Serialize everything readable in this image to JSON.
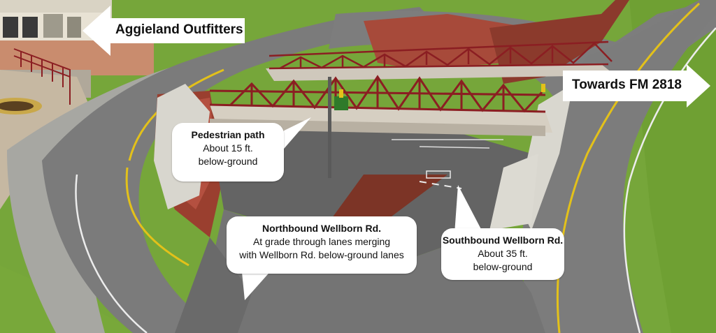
{
  "labels": {
    "left_direction": "Aggieland Outfitters",
    "right_direction": "Towards FM 2818"
  },
  "callouts": {
    "pedestrian": {
      "title": "Pedestrian path",
      "line1": "About 15 ft.",
      "line2": "below-ground"
    },
    "northbound": {
      "title": "Northbound Wellborn Rd.",
      "line1": "At grade through lanes merging",
      "line2": "with Wellborn Rd. below-ground lanes"
    },
    "southbound": {
      "title": "Southbound Wellborn Rd.",
      "line1": "About 35 ft.",
      "line2": "below-ground"
    }
  },
  "colors": {
    "grass": "#7aa83c",
    "asphalt": "#6f6f6f",
    "brick": "#8e3a2c",
    "truss": "#8b1e22",
    "lane_yellow": "#e3c11a"
  }
}
